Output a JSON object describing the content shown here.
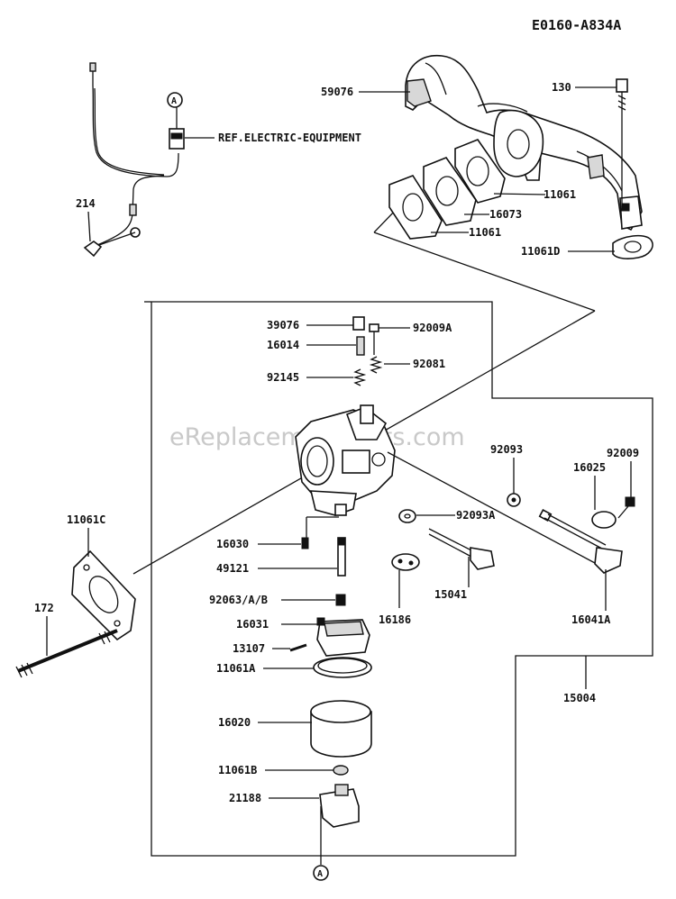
{
  "diagram": {
    "code": "E0160-A834A",
    "watermark": "eReplacementParts.com",
    "reference_note": "REF.ELECTRIC-EQUIPMENT",
    "callout_marker": "A",
    "parts": {
      "p59076": "59076",
      "p130": "130",
      "p11061_upper": "11061",
      "p16073": "16073",
      "p11061_lower": "11061",
      "p11061D": "11061D",
      "p214": "214",
      "p39076": "39076",
      "p92009A": "92009A",
      "p16014": "16014",
      "p92081": "92081",
      "p92145": "92145",
      "p92093": "92093",
      "p92009": "92009",
      "p16025": "16025",
      "p11061C": "11061C",
      "p92093A": "92093A",
      "p16030": "16030",
      "p49121": "49121",
      "p15041": "15041",
      "p16186": "16186",
      "p16041A": "16041A",
      "p172": "172",
      "p92063AB": "92063/A/B",
      "p16031": "16031",
      "p13107": "13107",
      "p11061A": "11061A",
      "p15004": "15004",
      "p16020": "16020",
      "p11061B": "11061B",
      "p21188": "21188"
    }
  }
}
